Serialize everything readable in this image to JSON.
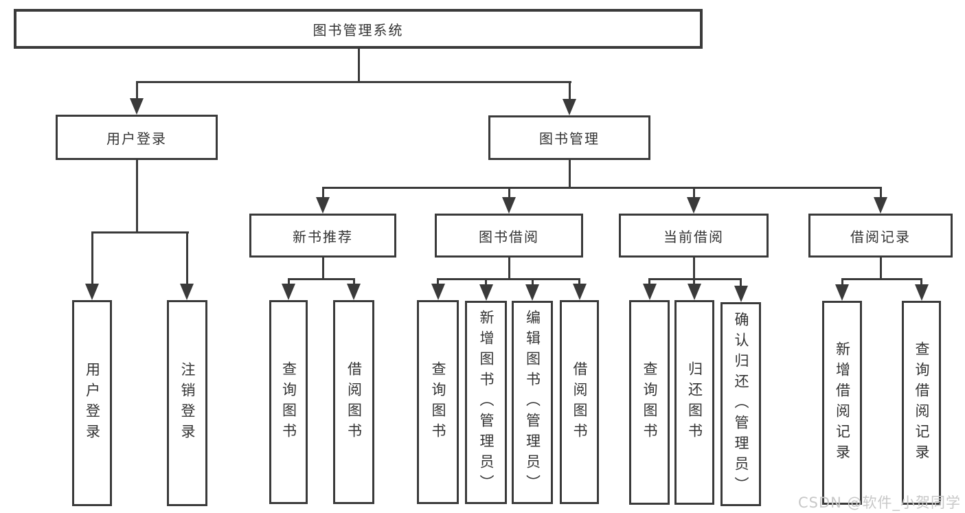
{
  "colors": {
    "line": "#3a3a3a",
    "text": "#333333",
    "box_fill": "#ffffff",
    "watermark": "#c8c8c8",
    "background": "#ffffff"
  },
  "diagram": {
    "root": {
      "label": "图书管理系统"
    },
    "branches": [
      {
        "label": "用户登录",
        "children": [
          {
            "label": "用户登录"
          },
          {
            "label": "注销登录"
          }
        ]
      },
      {
        "label": "图书管理",
        "sections": [
          {
            "label": "新书推荐",
            "children": [
              {
                "label": "查询图书"
              },
              {
                "label": "借阅图书"
              }
            ]
          },
          {
            "label": "图书借阅",
            "children": [
              {
                "label": "查询图书"
              },
              {
                "label": "新增图书（管理员）"
              },
              {
                "label": "编辑图书（管理员）"
              },
              {
                "label": "借阅图书"
              }
            ]
          },
          {
            "label": "当前借阅",
            "children": [
              {
                "label": "查询图书"
              },
              {
                "label": "归还图书"
              },
              {
                "label": "确认归还（管理员）"
              }
            ]
          },
          {
            "label": "借阅记录",
            "children": [
              {
                "label": "新增借阅记录"
              },
              {
                "label": "查询借阅记录"
              }
            ]
          }
        ]
      }
    ]
  },
  "watermark": {
    "text": "CSDN @软件_小贺同学"
  }
}
